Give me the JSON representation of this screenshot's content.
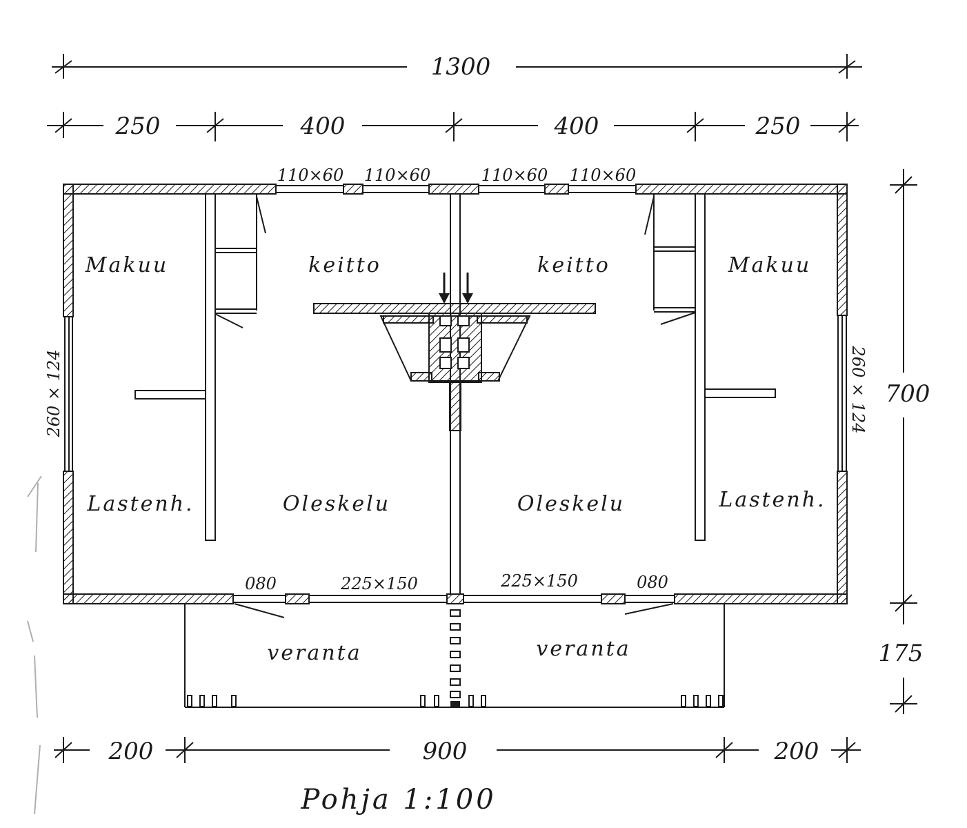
{
  "dimensions": {
    "total_width": "1300",
    "top_segments": [
      "250",
      "400",
      "400",
      "250"
    ],
    "height": "700",
    "veranda_depth": "175",
    "bottom_segments": [
      "200",
      "900",
      "200"
    ]
  },
  "windows": {
    "top": [
      "110×60",
      "110×60",
      "110×60",
      "110×60"
    ],
    "side_left": "260 × 124",
    "side_right": "260 × 124",
    "bottom": [
      "080",
      "225×150",
      "225×150",
      "080"
    ]
  },
  "rooms": {
    "makuu_left": "Makuu",
    "keitto_left": "keitto",
    "keitto_right": "keitto",
    "makuu_right": "Makuu",
    "lastenh_left": "Lastenh.",
    "oleskelu_left": "Oleskelu",
    "oleskelu_right": "Oleskelu",
    "lastenh_right": "Lastenh.",
    "veranta_left": "veranta",
    "veranta_right": "veranta"
  },
  "title": "Pohja 1:100"
}
